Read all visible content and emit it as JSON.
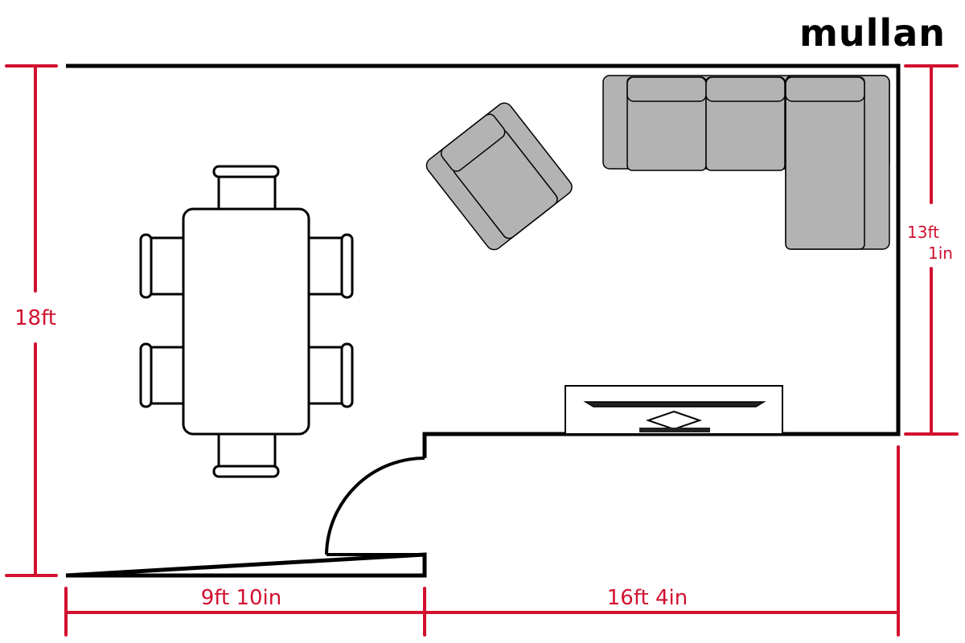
{
  "brand": {
    "name": "mullan"
  },
  "dimensions": {
    "overall_height": "18ft",
    "right_height_line1": "13ft",
    "right_height_line2": "1in",
    "bottom_left_width": "9ft 10in",
    "bottom_right_width": "16ft 4in"
  },
  "colors": {
    "dimension": "#d2102f",
    "wall": "#000000",
    "sofa": "#b3b3b3"
  }
}
